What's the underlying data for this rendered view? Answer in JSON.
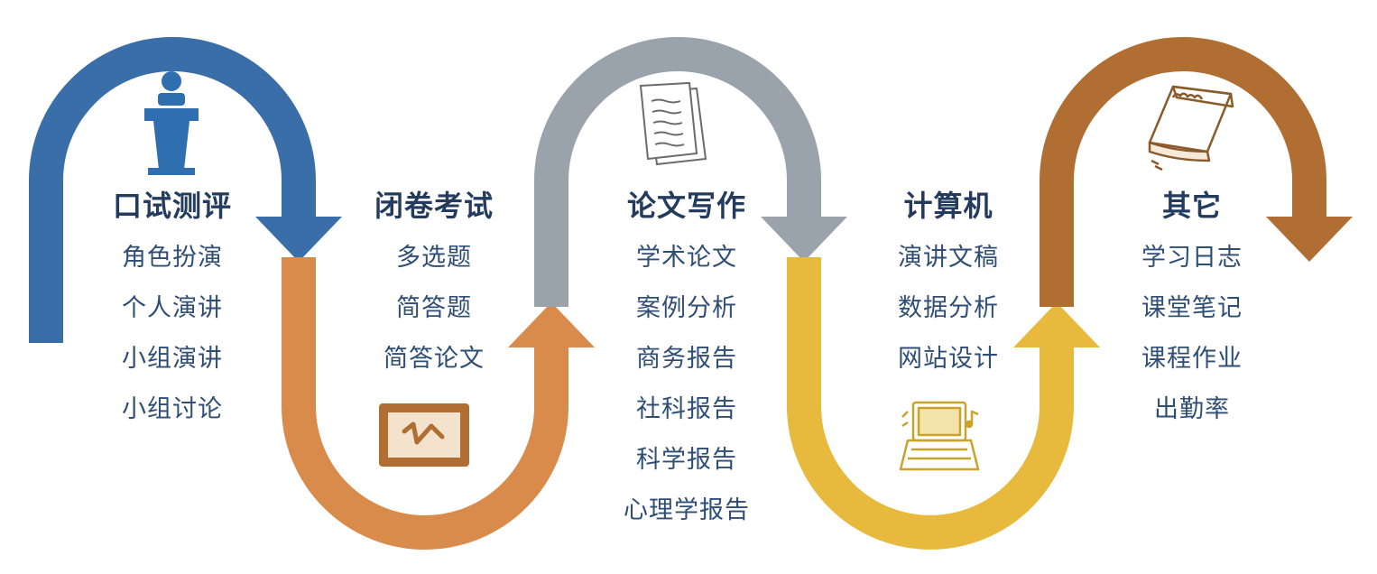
{
  "colors": {
    "stage1": "#3a6ea8",
    "stage2": "#d98b4c",
    "stage3": "#9aa2ab",
    "stage4": "#e7b93c",
    "stage5": "#b06e33",
    "text": "#2f4e76",
    "heading": "#233c5e"
  },
  "icons": [
    "speaker-podium-icon",
    "whiteboard-icon",
    "papers-icon",
    "laptop-icon",
    "book-icon"
  ],
  "categories": [
    {
      "heading": "口试测评",
      "items": [
        "角色扮演",
        "个人演讲",
        "小组演讲",
        "小组讨论"
      ]
    },
    {
      "heading": "闭卷考试",
      "items": [
        "多选题",
        "简答题",
        "简答论文"
      ]
    },
    {
      "heading": "论文写作",
      "items": [
        "学术论文",
        "案例分析",
        "商务报告",
        "社科报告",
        "科学报告",
        "心理学报告"
      ]
    },
    {
      "heading": "计算机",
      "items": [
        "演讲文稿",
        "数据分析",
        "网站设计"
      ]
    },
    {
      "heading": "其它",
      "items": [
        "学习日志",
        "课堂笔记",
        "课程作业",
        "出勤率"
      ]
    }
  ]
}
